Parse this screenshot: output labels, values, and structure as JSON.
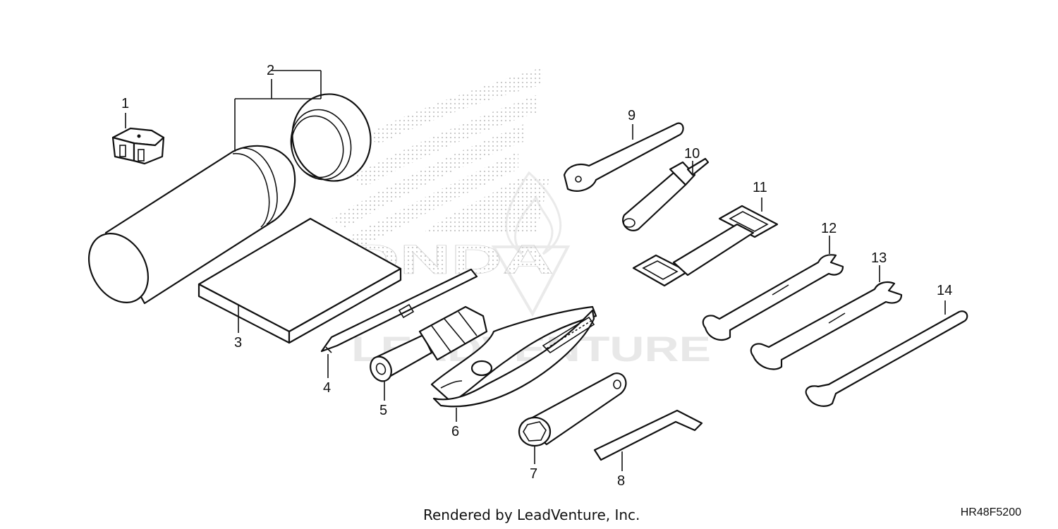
{
  "diagram": {
    "callouts": [
      "1",
      "2",
      "3",
      "4",
      "5",
      "6",
      "7",
      "8",
      "9",
      "10",
      "11",
      "12",
      "13",
      "14"
    ],
    "watermark": {
      "brand": "HONDA",
      "overlay": "LEADVENTURE",
      "icons": [
        "honda-wing-icon",
        "leadventure-flame-icon"
      ],
      "colors": {
        "dots": "#c8c8c8",
        "overlay": "#e6e6e6",
        "ink": "#111111"
      }
    }
  },
  "footer": {
    "credit": "Rendered by LeadVenture, Inc.",
    "code": "HR48F5200"
  }
}
